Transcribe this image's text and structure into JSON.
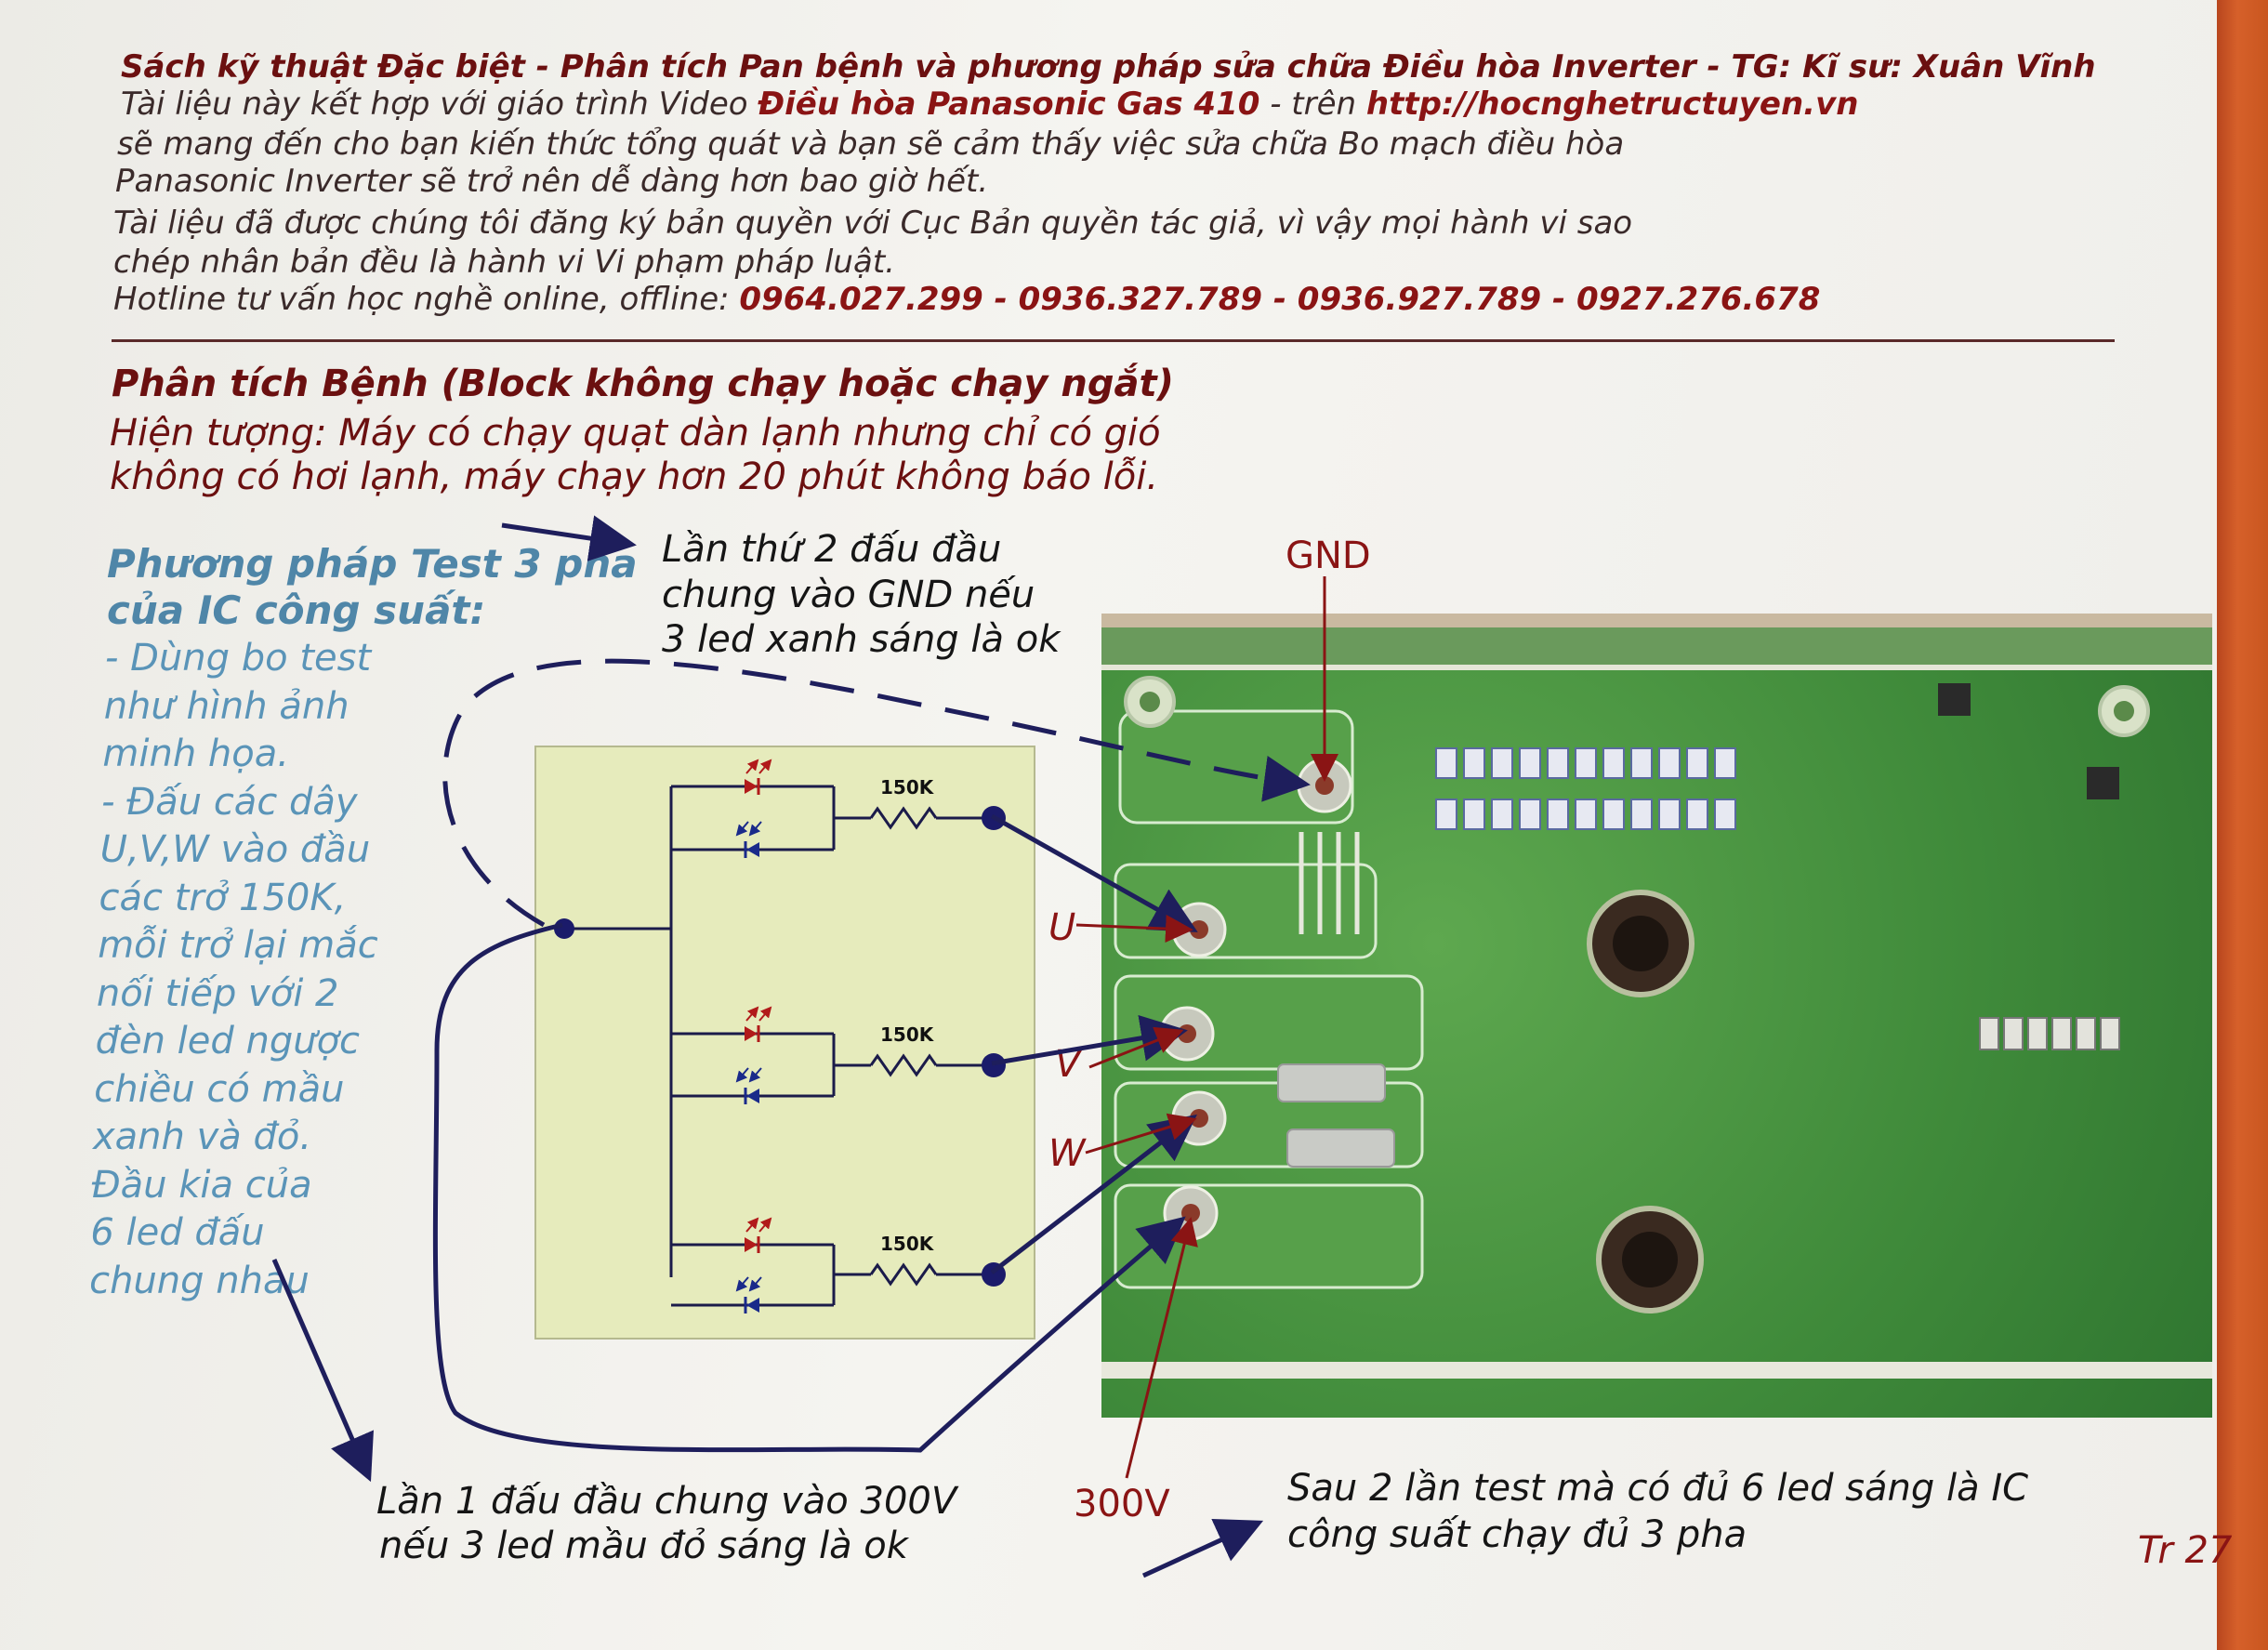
{
  "header": {
    "line1_a": "Sách kỹ thuật Đặc biệt - ",
    "line1_b": "Phân tích Pan bệnh và phương pháp sửa chữa Điều hòa Inverter",
    "line1_c": "  - TG: Kĩ sư: Xuân Vĩnh",
    "line2_a": "Tài liệu này kết hợp với giáo trình Video ",
    "line2_b": "Điều hòa Panasonic Gas 410",
    "line2_c": " - trên ",
    "line2_d": "http://hocnghetructuyen.vn",
    "line3": "sẽ mang đến cho bạn kiến thức tổng quát và bạn sẽ cảm thấy việc sửa chữa Bo mạch điều hòa",
    "line4": "Panasonic Inverter sẽ trở nên dễ dàng hơn bao giờ hết.",
    "line5": "Tài liệu đã được chúng tôi đăng ký bản quyền với Cục Bản quyền tác giả, vì vậy mọi hành vi sao",
    "line6": "chép nhân bản đều là hành vi Vi phạm pháp luật.",
    "line7_a": "Hotline tư vấn học nghề online, offline: ",
    "line7_b": "0964.027.299 - 0936.327.789 - 0936.927.789 - 0927.276.678"
  },
  "section": {
    "title": "Phân tích Bệnh (Block không chạy hoặc chạy ngắt)",
    "symptom_1": "Hiện tượng: Máy có chạy quạt dàn lạnh nhưng chỉ có gió",
    "symptom_2": "không có hơi lạnh, máy chạy hơn 20  phút không báo lỗi."
  },
  "method": {
    "title_1": "Phương pháp Test 3 pha",
    "title_2": "của IC công suất:",
    "lines": [
      "- Dùng bo test",
      "như hình ảnh",
      "minh họa.",
      "- Đấu các dây",
      "U,V,W vào đầu",
      "các trở 150K,",
      "mỗi trở lại mắc",
      "nối tiếp với 2",
      "đèn led ngược",
      "chiều có mầu",
      "xanh và đỏ.",
      "Đầu kia của",
      "6 led đấu",
      "chung nhau"
    ]
  },
  "notes": {
    "second_test_1": "Lần thứ 2 đấu đầu",
    "second_test_2": "chung vào GND nếu",
    "second_test_3": "3 led xanh sáng là ok",
    "first_test_1": "Lần 1 đấu đầu chung vào 300V",
    "first_test_2": "nếu 3 led mầu đỏ sáng là ok",
    "result_1": "Sau 2 lần test mà có đủ 6 led sáng là IC",
    "result_2": "công suất chạy đủ 3 pha"
  },
  "labels": {
    "gnd": "GND",
    "u": "U",
    "v": "V",
    "w": "W",
    "v300": "300V"
  },
  "schematic": {
    "resistor_label": "150K"
  },
  "page_number": "Tr 27",
  "colors": {
    "dark_red": "#6b1010",
    "red": "#8a1414",
    "blue_text": "#5a94b8",
    "wire_navy": "#1e1e5c",
    "pcb_green": "#3f8a3a",
    "schematic_bg": "#e6ebbc",
    "page_edge": "#d6602a"
  }
}
